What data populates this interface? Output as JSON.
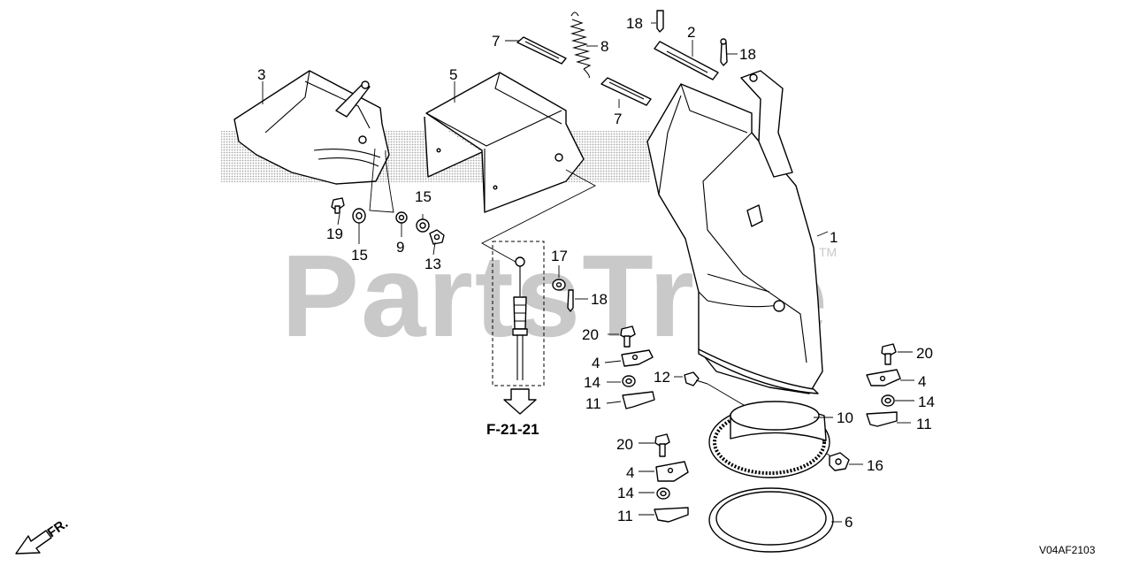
{
  "watermark": {
    "text": "PartsTree",
    "trademark": "TM"
  },
  "callouts": [
    {
      "id": "c-3",
      "label": "3"
    },
    {
      "id": "c-5",
      "label": "5"
    },
    {
      "id": "c-7a",
      "label": "7"
    },
    {
      "id": "c-7b",
      "label": "7"
    },
    {
      "id": "c-8",
      "label": "8"
    },
    {
      "id": "c-18a",
      "label": "18"
    },
    {
      "id": "c-2",
      "label": "2"
    },
    {
      "id": "c-18b",
      "label": "18"
    },
    {
      "id": "c-1",
      "label": "1"
    },
    {
      "id": "c-19",
      "label": "19"
    },
    {
      "id": "c-15a",
      "label": "15"
    },
    {
      "id": "c-9",
      "label": "9"
    },
    {
      "id": "c-15b",
      "label": "15"
    },
    {
      "id": "c-13",
      "label": "13"
    },
    {
      "id": "c-17",
      "label": "17"
    },
    {
      "id": "c-18c",
      "label": "18"
    },
    {
      "id": "c-20a",
      "label": "20"
    },
    {
      "id": "c-4a",
      "label": "4"
    },
    {
      "id": "c-14a",
      "label": "14"
    },
    {
      "id": "c-11a",
      "label": "11"
    },
    {
      "id": "c-12",
      "label": "12"
    },
    {
      "id": "c-20b",
      "label": "20"
    },
    {
      "id": "c-4b",
      "label": "4"
    },
    {
      "id": "c-14b",
      "label": "14"
    },
    {
      "id": "c-11b",
      "label": "11"
    },
    {
      "id": "c-10",
      "label": "10"
    },
    {
      "id": "c-16",
      "label": "16"
    },
    {
      "id": "c-20c",
      "label": "20"
    },
    {
      "id": "c-4c",
      "label": "4"
    },
    {
      "id": "c-14c",
      "label": "14"
    },
    {
      "id": "c-11c",
      "label": "11"
    },
    {
      "id": "c-6",
      "label": "6"
    }
  ],
  "reference": {
    "label": "F-21-21"
  },
  "front_marker": {
    "label": "FR."
  },
  "diagram_code": "V04AF2103"
}
